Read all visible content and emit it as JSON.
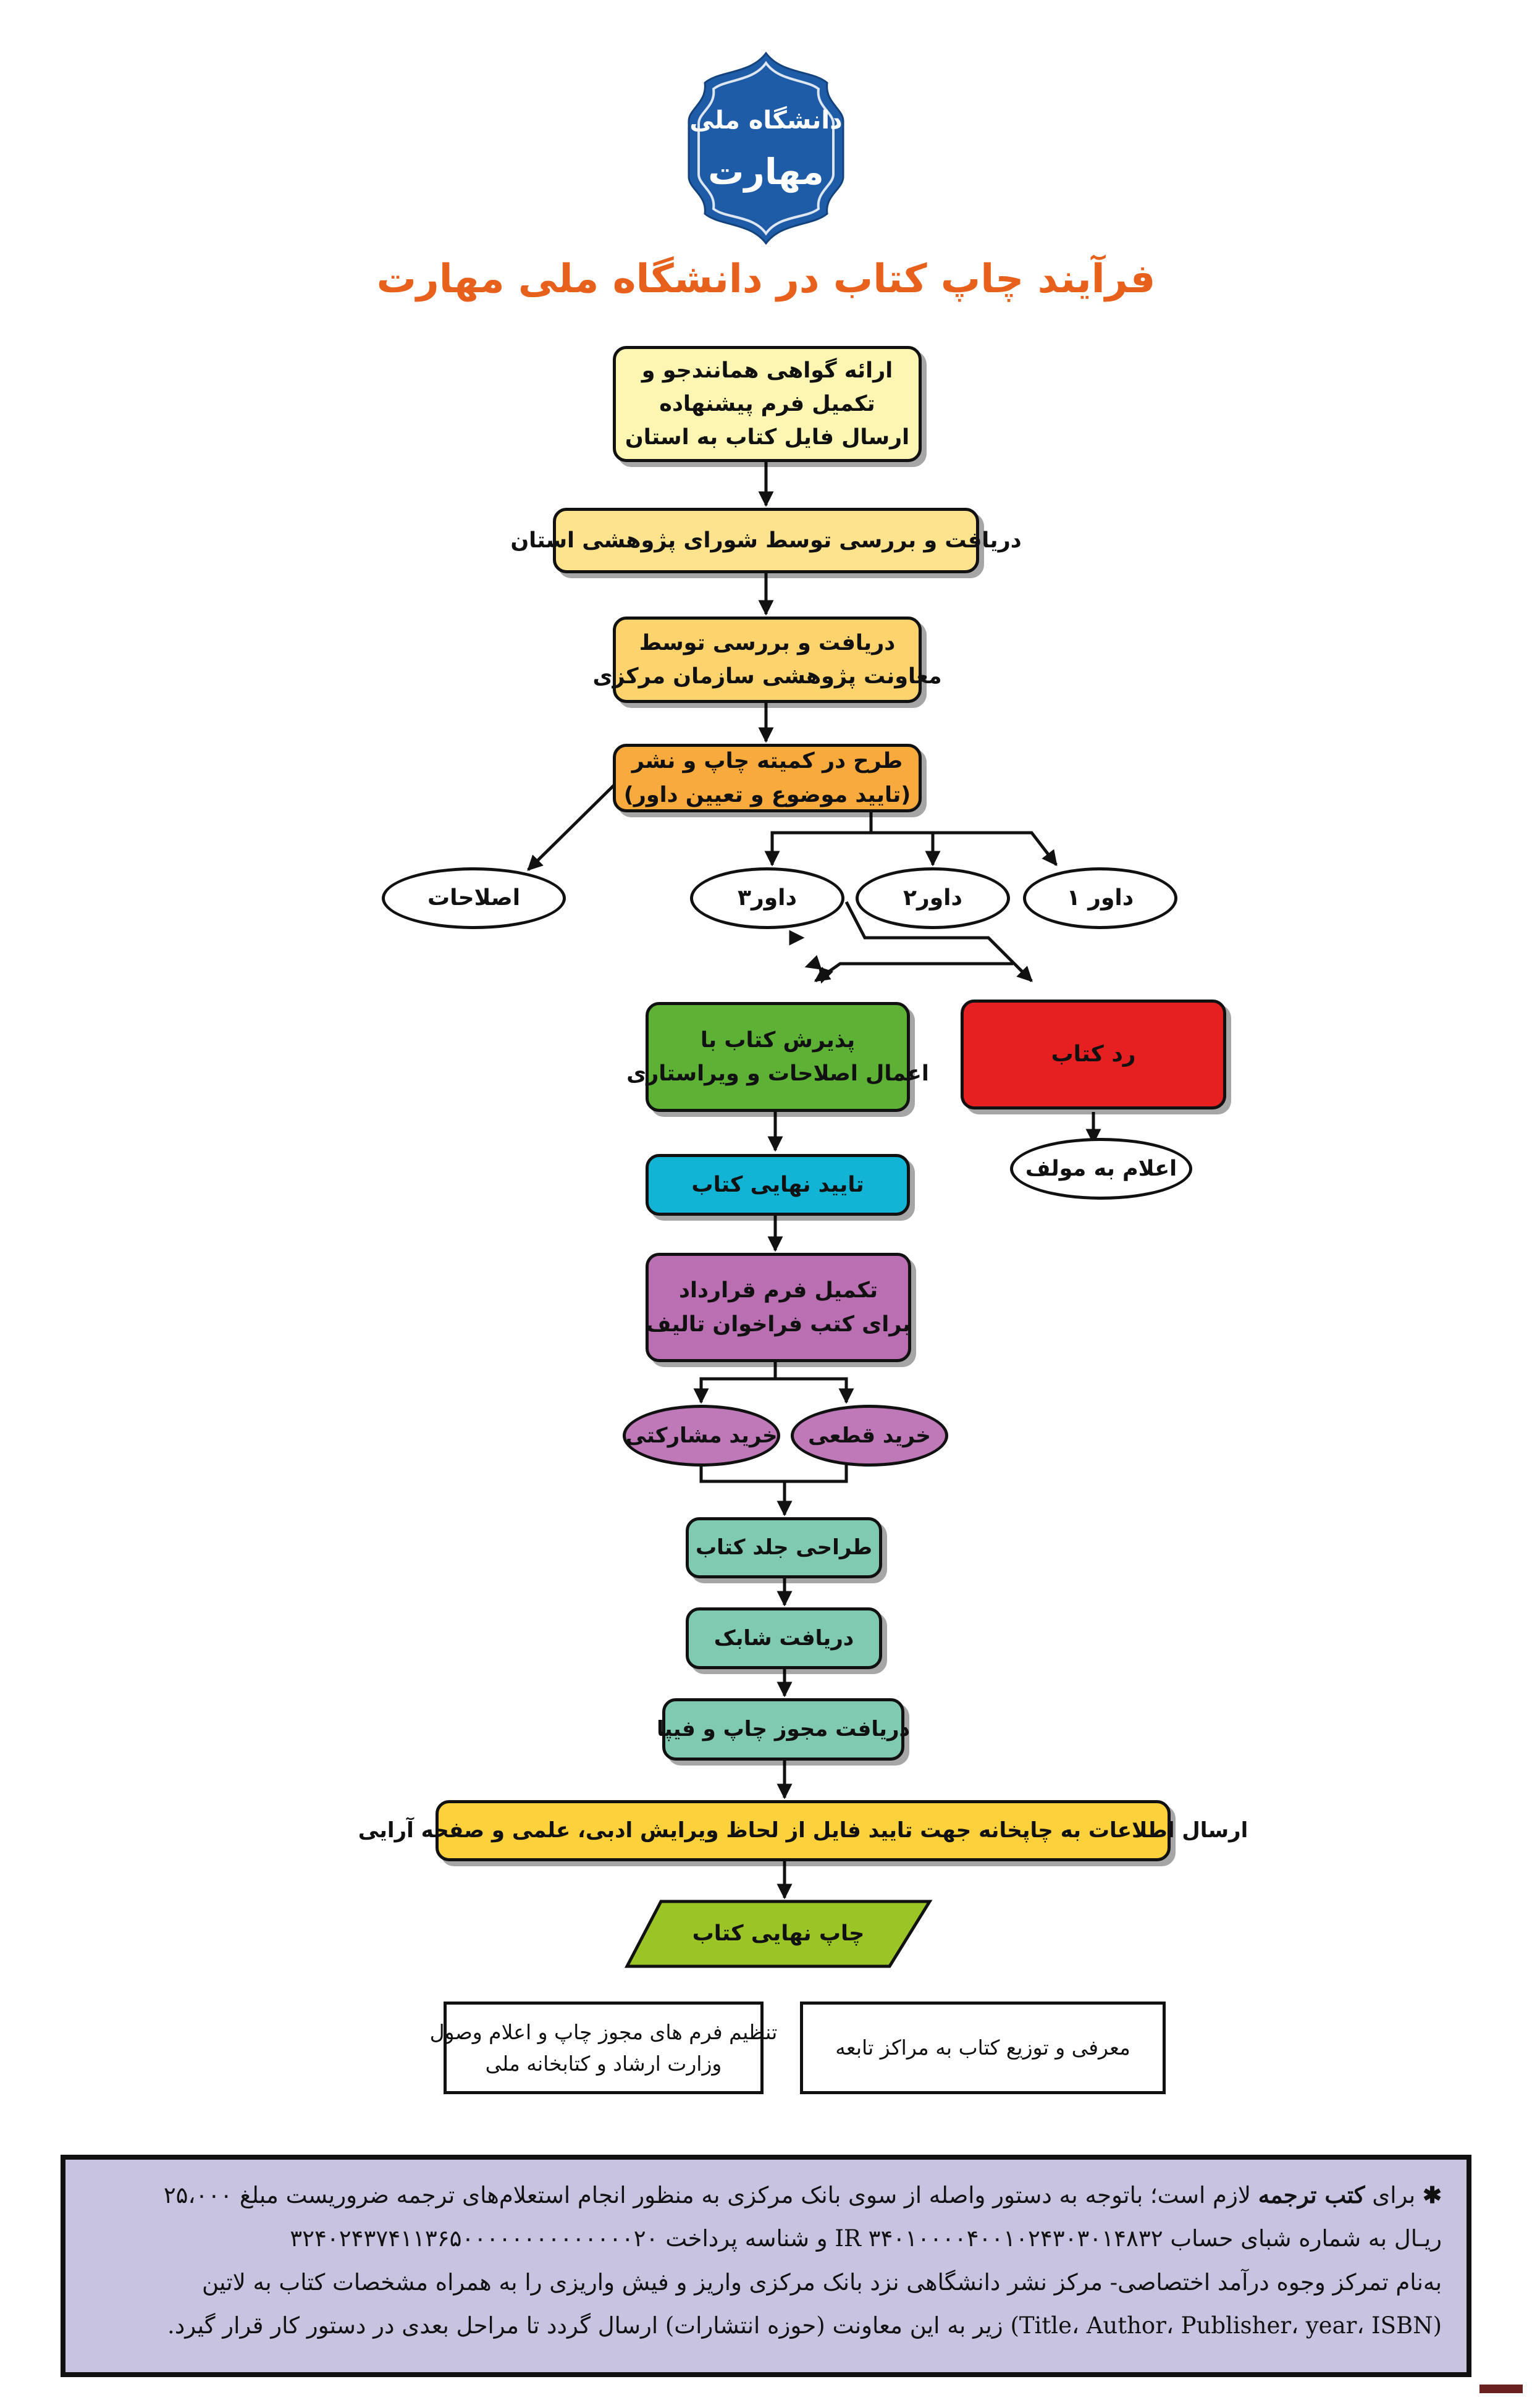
{
  "logo": {
    "text_top": "دانشگاه ملی",
    "text_bottom": "مهارت",
    "color": "#1f5ca8"
  },
  "title": "فرآیند چاپ کتاب در دانشگاه ملی مهارت",
  "nodes": {
    "submit": {
      "lines": [
        "ارائه گواهی همانندجو و",
        "تکمیل فرم پیشنهاده",
        "ارسال فایل کتاب به استان"
      ],
      "color": "#fdf6b3"
    },
    "province": {
      "lines": [
        "دریافت و بررسی توسط شورای پژوهشی استان"
      ],
      "color": "#fde38e"
    },
    "deputy": {
      "lines": [
        "دریافت و بررسی توسط",
        "معاونت پژوهشی سازمان مرکزی"
      ],
      "color": "#fdd36d"
    },
    "committee": {
      "lines": [
        "طرح در کمیته چاپ و نشر",
        "(تایید موضوع و تعیین داور)"
      ],
      "color": "#f9aa3d"
    },
    "corrections": {
      "lines": [
        "اصلاحات"
      ],
      "color": "#ffffff"
    },
    "referee1": {
      "lines": [
        "داور ۱"
      ],
      "color": "#ffffff"
    },
    "referee2": {
      "lines": [
        "داور۲"
      ],
      "color": "#ffffff"
    },
    "referee3": {
      "lines": [
        "داور۳"
      ],
      "color": "#ffffff"
    },
    "accept": {
      "lines": [
        "پذیرش کتاب با",
        "اعمال اصلاحات و ویراستاری"
      ],
      "color": "#5db236"
    },
    "reject": {
      "lines": [
        "رد کتاب"
      ],
      "color": "#e62020"
    },
    "notify": {
      "lines": [
        "اعلام به مولف"
      ],
      "color": "#ffffff"
    },
    "final_approval": {
      "lines": [
        "تایید نهایی کتاب"
      ],
      "color": "#12b4d6"
    },
    "contract": {
      "lines": [
        "تکمیل فرم قرارداد",
        "برای کتب فراخوان تالیف"
      ],
      "color": "#b96fb1"
    },
    "buy_definite": {
      "lines": [
        "خرید قطعی"
      ],
      "color": "#bf79b8"
    },
    "buy_partnership": {
      "lines": [
        "خرید مشارکتی"
      ],
      "color": "#bf79b8"
    },
    "cover": {
      "lines": [
        "طراحی جلد کتاب"
      ],
      "color": "#7fcab1"
    },
    "isbn": {
      "lines": [
        "دریافت شابک"
      ],
      "color": "#7fcab1"
    },
    "permit": {
      "lines": [
        "دریافت مجوز چاپ و  فیپا"
      ],
      "color": "#7fcab1"
    },
    "printhouse": {
      "lines": [
        "ارسال اطلاعات به چاپخانه جهت تایید فایل از لحاظ ویرایش ادبی، علمی و صفحه آرایی"
      ],
      "color": "#fdd13b"
    },
    "final_print": {
      "lines": [
        "چاپ نهایی کتاب"
      ],
      "color": "#9bc426"
    },
    "forms": {
      "lines": [
        "تنظیم فرم های مجوز چاپ و اعلام وصول",
        "وزارت ارشاد و کتابخانه ملی"
      ],
      "color": "#ffffff"
    },
    "distribution": {
      "lines": [
        "معرفی و توزیع کتاب به مراکز تابعه"
      ],
      "color": "#ffffff"
    }
  },
  "note": {
    "lead_symbol": "✱",
    "l1_pre": "برای",
    "l1_bold": "کتب ترجمه",
    "l1_post": "لازم است؛ باتوجه به دستور واصله از سوی بانک مرکزی به منظور انجام استعلام‌های ترجمه ضروریست مبلغ ۲۵،۰۰۰",
    "l2": "ریـال به شماره شبای حساب IR ۳۴۰۱۰۰۰۰۴۰۰۱۰۲۴۳۰۳۰۱۴۸۳۲ و شناسه پرداخت ۳۲۴۰۲۴۳۷۴۱۱۳۶۵۰۰۰۰۰۰۰۰۰۰۰۰۰۰۲۰",
    "l3": "به‌نام تمرکز وجوه درآمد اختصاصی- مرکز نشر دانشگاهی نزد بانک مرکزی واریز و فیش واریزی را به همراه مشخصات کتاب به لاتین",
    "l4": "(Title، Author، Publisher، year، ISBN) زیر به این معاونت (حوزه انتشارات) ارسال گردد تا مراحل بعدی در دستور کار قرار گیرد."
  }
}
